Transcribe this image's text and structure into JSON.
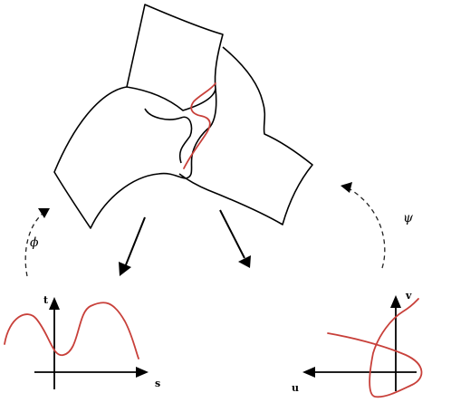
{
  "labels": {
    "phi": "ϕ",
    "psi": "ψ",
    "left_axis_vertical": "t",
    "left_axis_horizontal": "s",
    "right_axis_vertical": "v",
    "right_axis_horizontal": "u"
  },
  "colors": {
    "outline": "#000000",
    "curve": "#c8403a"
  }
}
